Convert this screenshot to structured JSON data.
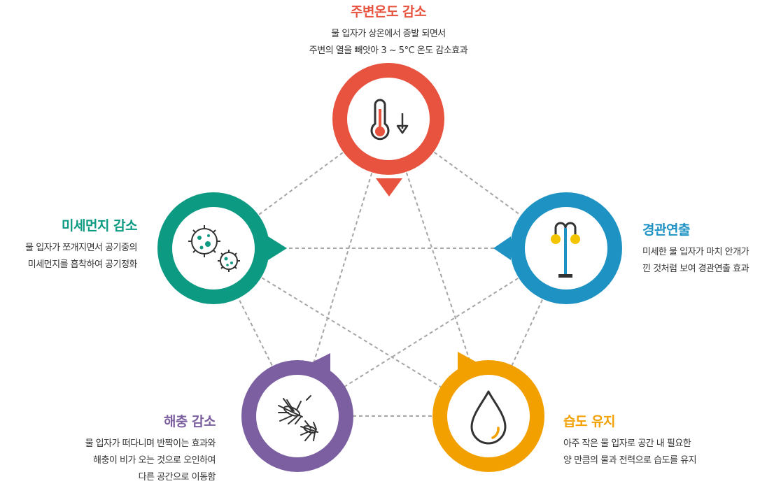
{
  "colors": {
    "temperature": "#e8533f",
    "landscape": "#1e93c3",
    "humidity": "#f2a000",
    "insect": "#7b5fa0",
    "dust": "#0d9a83",
    "line": "#a5a5a5",
    "icon": "#333333",
    "drop": "#f2a000",
    "dot": "#0d9a83",
    "lamp": "#f2c500"
  },
  "features": {
    "temperature": {
      "title": "주변온도 감소",
      "desc": [
        "물 입자가 상온에서 증발 되면서",
        "주변의 열을 빼앗아 3 ~ 5°C 온도 감소효과"
      ],
      "icon": "thermometer-down-icon"
    },
    "landscape": {
      "title": "경관연출",
      "desc": [
        "미세한 물 입자가 마치 안개가",
        "낀 것처럼 보여 경관연출 효과"
      ],
      "icon": "street-lamp-icon"
    },
    "humidity": {
      "title": "습도 유지",
      "desc": [
        "아주 작은 물 입자로 공간 내 필요한",
        "양 만큼의 물과 전력으로 습도를 유지"
      ],
      "icon": "water-drop-icon"
    },
    "insect": {
      "title": "해충 감소",
      "desc": [
        "물 입자가 떠다니며 반짝이는 효과와",
        "해충이 비가 오는 것으로 오인하여",
        "다른 공간으로 이동함"
      ],
      "icon": "mosquito-icon"
    },
    "dust": {
      "title": "미세먼지 감소",
      "desc": [
        "물 입자가 쪼개지면서 공기중의",
        "미세먼지를 흡착하여 공기정화"
      ],
      "icon": "virus-dust-icon"
    }
  }
}
